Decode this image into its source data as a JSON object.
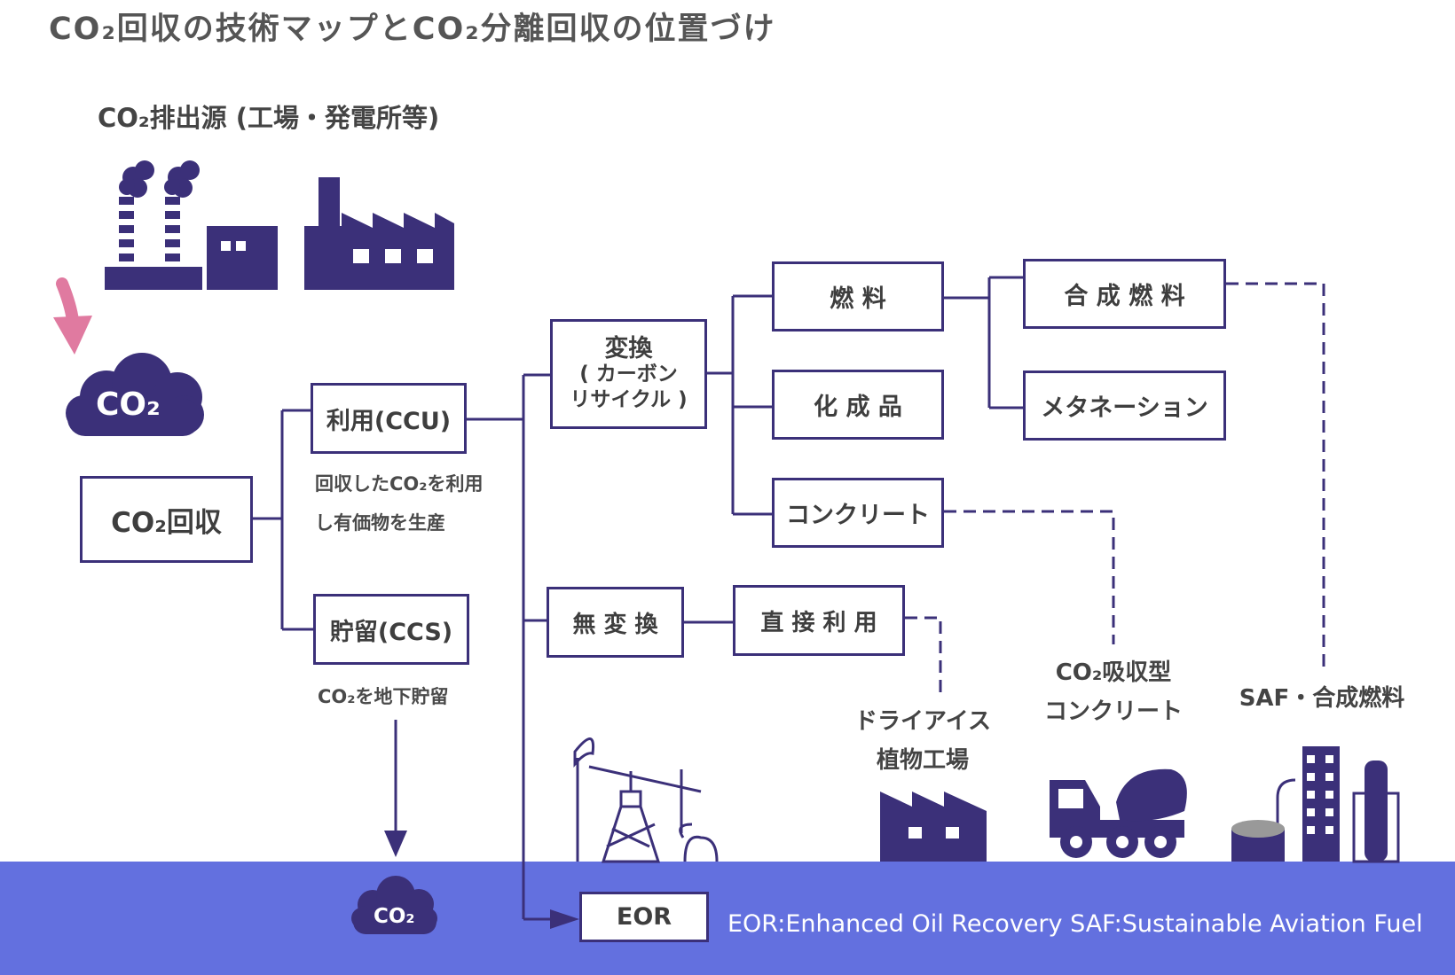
{
  "title": "CO₂回収の技術マップとCO₂分離回収の位置づけ",
  "emission_source": {
    "label": "CO₂排出源 (工場・発電所等)"
  },
  "clouds": {
    "top": "CO₂",
    "underground": "CO₂"
  },
  "nodes": {
    "capture": "CO₂回収",
    "ccu": "利用(CCU)",
    "ccs": "貯留(CCS)",
    "conversion": {
      "line1": "変換",
      "line2": "( カーボン",
      "line3": "リサイクル )"
    },
    "no_conversion": "無 変 換",
    "fuel": "燃 料",
    "chemicals": "化 成 品",
    "concrete": "コンクリート",
    "synthetic_fuel": "合 成 燃 料",
    "methanation": "メタネーション",
    "direct_use": "直 接 利 用",
    "eor": "EOR"
  },
  "notes": {
    "ccu_line1": "回収したCO₂を利用",
    "ccu_line2": "し有価物を生産",
    "ccs": "CO₂を地下貯留"
  },
  "applications": {
    "dry_ice": {
      "line1": "ドライアイス",
      "line2": "植物工場"
    },
    "concrete": {
      "line1": "CO₂吸収型",
      "line2": "コンクリート"
    },
    "saf": {
      "line1": "SAF・合成燃料"
    }
  },
  "footnote": "EOR:Enhanced Oil Recovery  SAF:Sustainable Aviation Fuel",
  "icons": [
    "factory-smokestack-icon",
    "factory-icon",
    "down-arrow-icon",
    "co2-cloud-icon",
    "oil-pump-jack-icon",
    "plant-factory-icon",
    "cement-mixer-truck-icon",
    "refinery-icon"
  ],
  "colors": {
    "navy": "#3b3079",
    "ground": "#6370df",
    "arrow_pink": "#e07aa0",
    "text": "#3e3e3e"
  }
}
